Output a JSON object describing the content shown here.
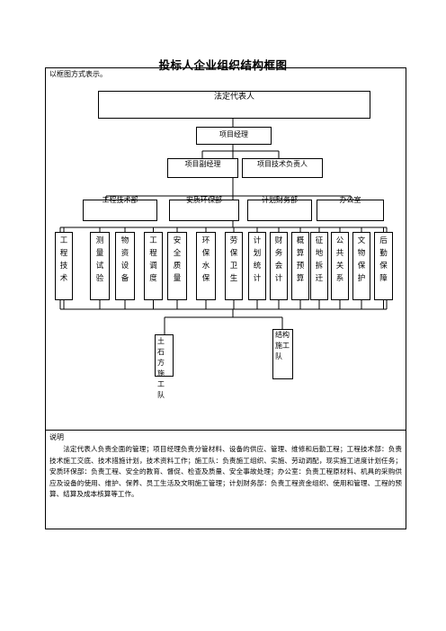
{
  "title": "投标人企业组织结构框图",
  "intro": "以框图方式表示。",
  "chart": {
    "legal_rep": "法定代表人",
    "project_manager": "项目经理",
    "deputy_manager": "项目副经理",
    "tech_lead": "项目技术负责人",
    "departments": [
      "工程技术部",
      "安质环保部",
      "计划财务部",
      "办公室"
    ],
    "units": [
      [
        "工",
        "程",
        "技",
        "术"
      ],
      [
        "测",
        "量",
        "试",
        "验"
      ],
      [
        "物",
        "资",
        "设",
        "备"
      ],
      [
        "工",
        "程",
        "调",
        "度"
      ],
      [
        "安",
        "全",
        "质",
        "量"
      ],
      [
        "环",
        "保",
        "水",
        "保"
      ],
      [
        "劳",
        "保",
        "卫",
        "生"
      ],
      [
        "计",
        "划",
        "统",
        "计"
      ],
      [
        "财",
        "务",
        "会",
        "计"
      ],
      [
        "概",
        "算",
        "预",
        "算"
      ],
      [
        "征",
        "地",
        "拆",
        "迁"
      ],
      [
        "公",
        "共",
        "关",
        "系"
      ],
      [
        "文",
        "物",
        "保",
        "护"
      ],
      [
        "后",
        "勤",
        "保",
        "障"
      ]
    ],
    "teams": [
      [
        "土石",
        "方施",
        "工队"
      ],
      [
        "结构",
        "施工",
        "队"
      ]
    ]
  },
  "notes": {
    "label": "说明",
    "text": "法定代表人负责全面的管理；项目经理负责分管材料、设备的供应、管理、维修和后勤工程；工程技术部：负责技术施工交底、技术措施计划，技术资料工作；施工队：负责施工组织、实施、劳动调配，现实施工进度计划任务；安质环保部：负责工程、安全的教育、督促、检查及质量、安全事故处理；办公室：负责工程原材料、机具的采购供应及设备的使用、维护、保养、员工生活及文明施工管理；计划财务部：负责工程资金组织、使用和管理、工程的预算、结算及成本核算等工作。"
  }
}
